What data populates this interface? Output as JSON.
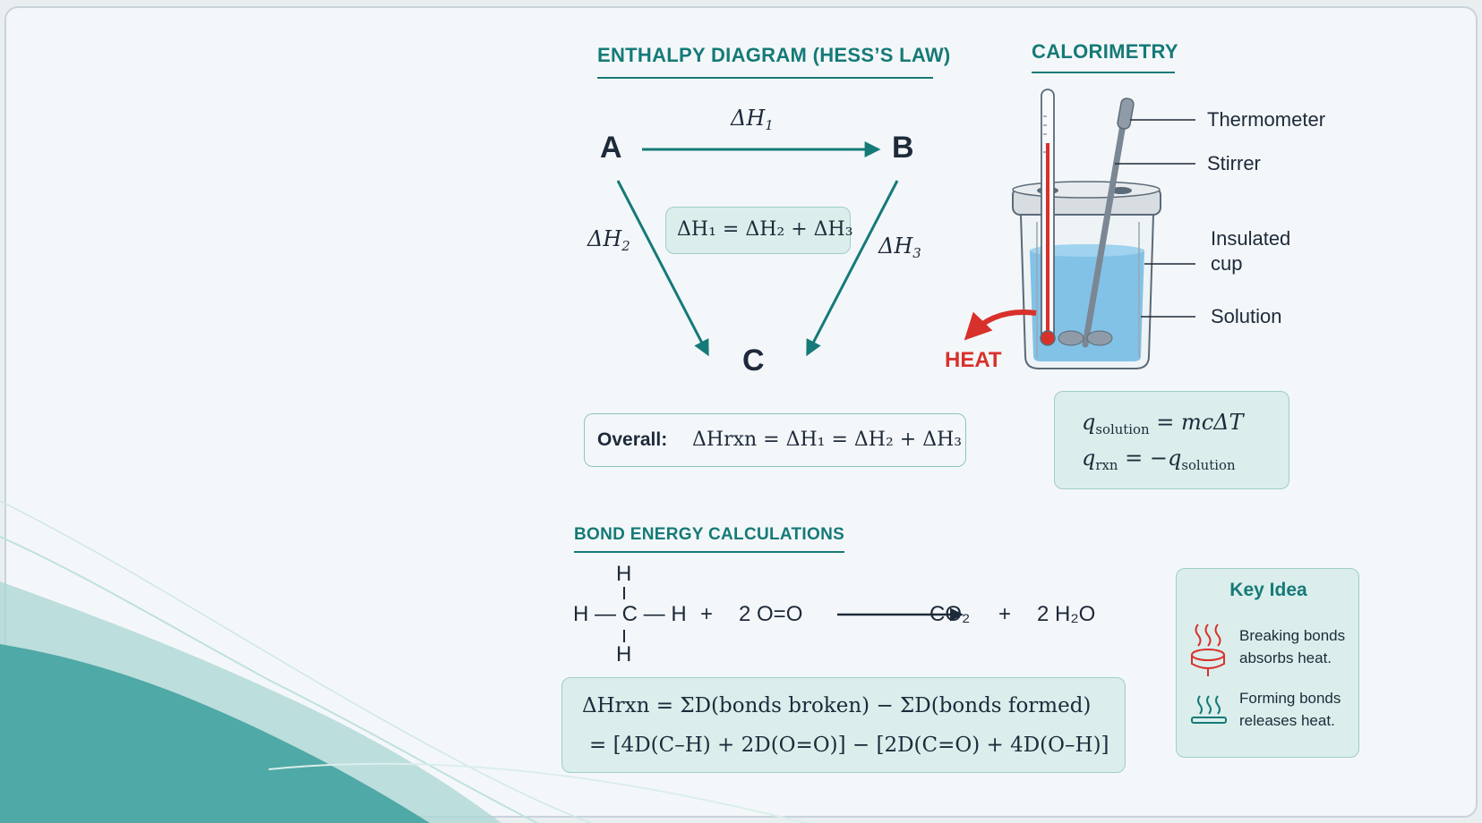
{
  "hess": {
    "title": "ENTHALPY DIAGRAM (HESS’S LAW)",
    "node_a": "A",
    "node_b": "B",
    "node_c": "C",
    "dh1_label": "ΔH",
    "dh1_sub": "1",
    "dh2_label": "ΔH",
    "dh2_sub": "2",
    "dh3_label": "ΔH",
    "dh3_sub": "3",
    "center_eq": "ΔH₁ = ΔH₂ + ΔH₃",
    "overall_label": "Overall:",
    "overall_eq": "ΔHrxn = ΔH₁ = ΔH₂ + ΔH₃"
  },
  "calorimetry": {
    "title": "CALORIMETRY",
    "labels": {
      "thermometer": "Thermometer",
      "stirrer": "Stirrer",
      "insulated_line1": "Insulated",
      "insulated_line2": "cup",
      "solution": "Solution",
      "heat": "HEAT"
    },
    "eq1_q": "q",
    "eq1_sub": "solution",
    "eq1_rhs": "=  mcΔT",
    "eq2_q": "q",
    "eq2_sub": "rxn",
    "eq2_mid": "=  −q",
    "eq2_sub2": "solution"
  },
  "bond": {
    "title": "BOND ENERGY CALCULATIONS",
    "methane_h_top": "H",
    "methane_row": "H — C — H",
    "methane_h_bottom": "H",
    "plus1": "+",
    "oxygen": "2 O=O",
    "product1": "CO₂",
    "plus2": "+",
    "product2": "2 H₂O",
    "eq_line1": "ΔHrxn  =  ΣD(bonds broken)  −  ΣD(bonds formed)",
    "eq_line2": "=  [4D(C–H)  +  2D(O=O)]  −  [2D(C=O)  +  4D(O–H)]"
  },
  "key_idea": {
    "title": "Key Idea",
    "item1_line1": "Breaking bonds",
    "item1_line2": "absorbs heat.",
    "item2_line1": "Forming bonds",
    "item2_line2": "releases heat."
  },
  "colors": {
    "teal": "#157a78",
    "panel_bg": "#dbeeec",
    "heat_red": "#d8312c",
    "card_bg": "#f4f7f9"
  }
}
